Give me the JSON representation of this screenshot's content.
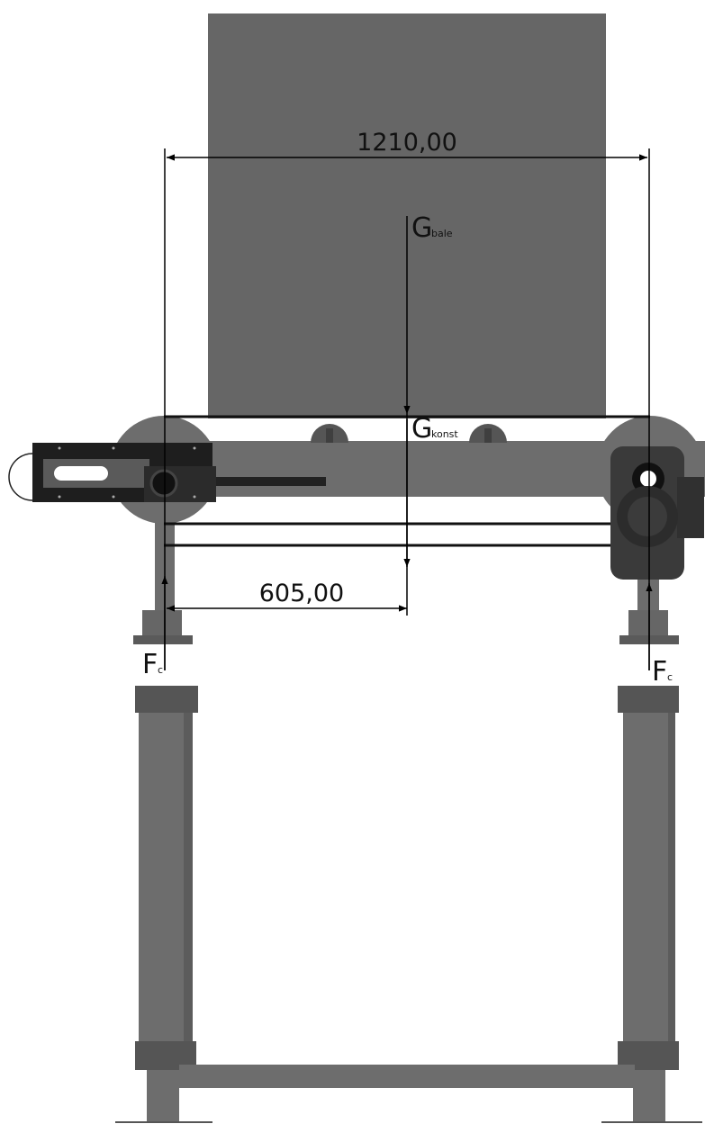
{
  "dimensions": {
    "total_span": "1210,00",
    "half_span": "605,00"
  },
  "forces": {
    "bale_weight": {
      "symbol": "G",
      "subscript": "bale"
    },
    "construction_weight": {
      "symbol": "G",
      "subscript": "konst"
    },
    "left_support": {
      "symbol": "F",
      "subscript": "c"
    },
    "right_support": {
      "symbol": "F",
      "subscript": "c"
    }
  },
  "colors": {
    "bale": "#666666",
    "frame": "#6d6d6d",
    "frame_dark": "#4a4a4a",
    "belt": "#111111",
    "tensioner": "#1e1e1e",
    "motor": "#3a3a3a",
    "lines": "#000000"
  }
}
